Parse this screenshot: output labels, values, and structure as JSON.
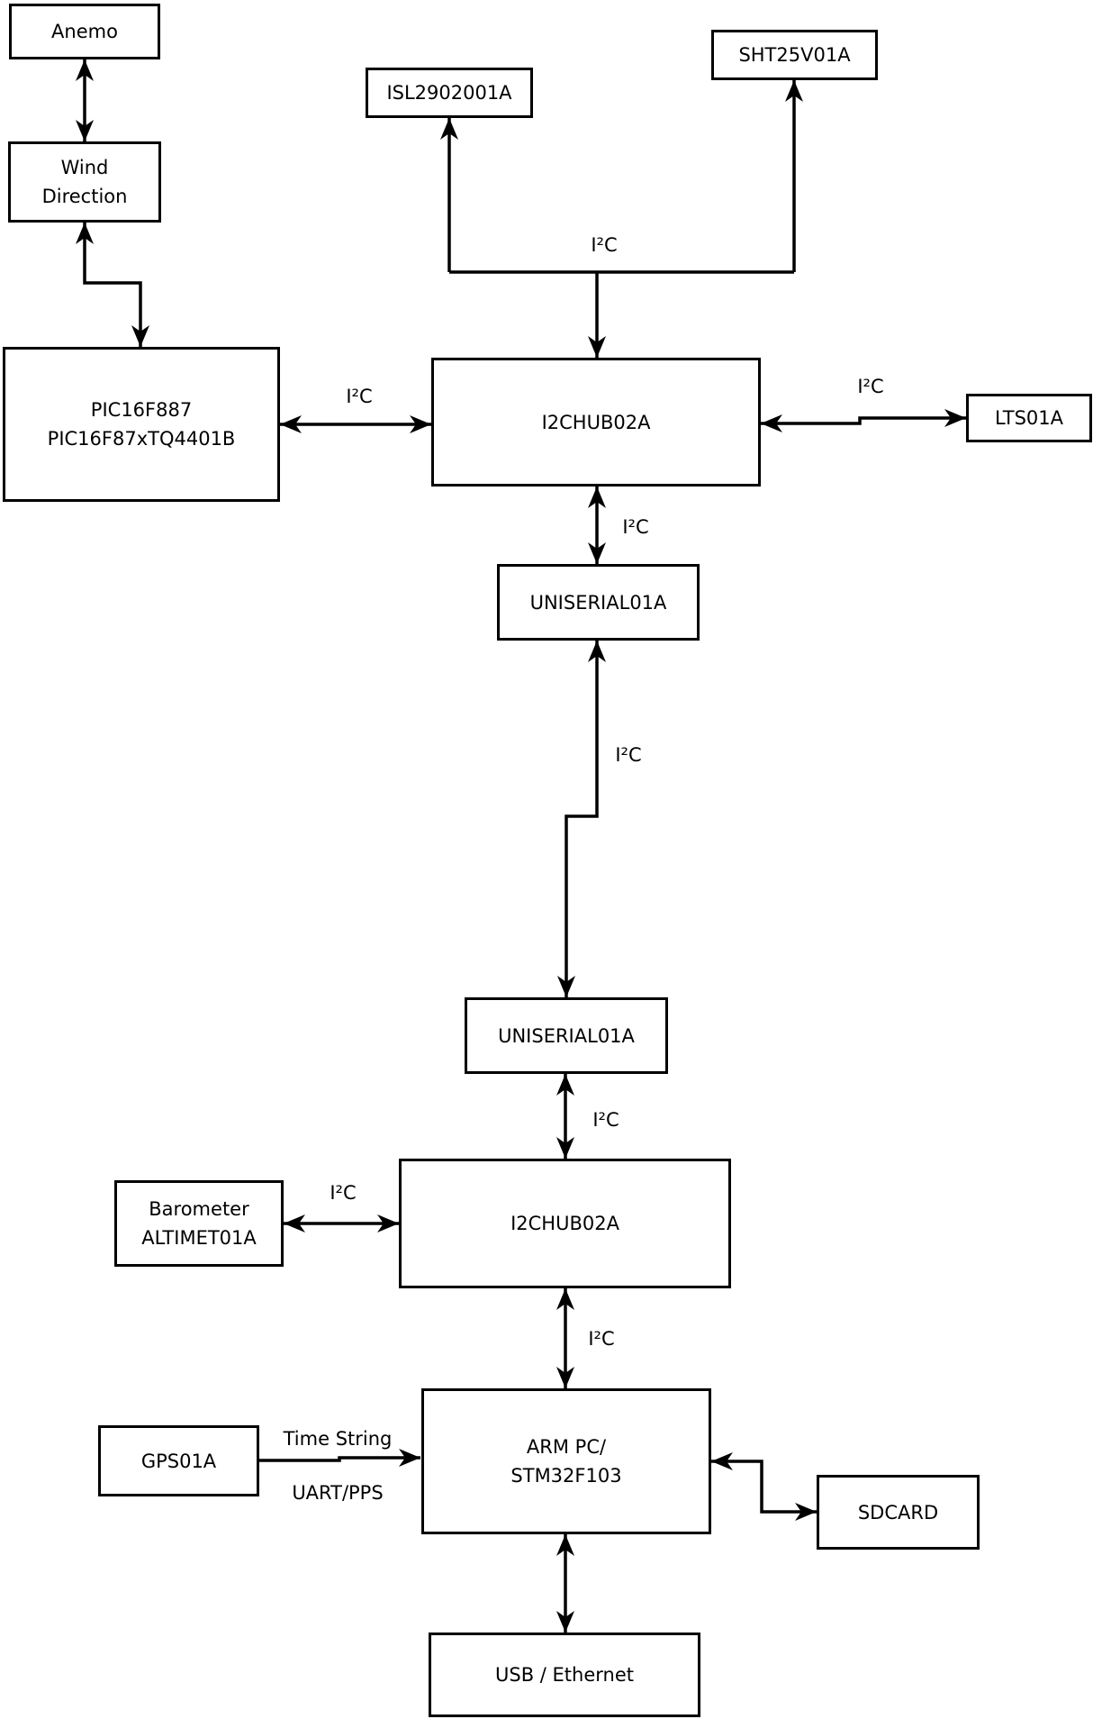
{
  "diagram": {
    "background_color": "#ffffff",
    "line_color": "#000000",
    "text_color": "#000000",
    "nodes": {
      "anemo": {
        "label": "Anemo"
      },
      "wind": {
        "line1": "Wind",
        "line2": "Direction"
      },
      "isl": {
        "label": "ISL2902001A"
      },
      "sht": {
        "label": "SHT25V01A"
      },
      "pic": {
        "line1": "PIC16F887",
        "line2": "PIC16F87xTQ4401B"
      },
      "hub1": {
        "label": "I2CHUB02A"
      },
      "lts": {
        "label": "LTS01A"
      },
      "uni1": {
        "label": "UNISERIAL01A"
      },
      "uni2": {
        "label": "UNISERIAL01A"
      },
      "hub2": {
        "label": "I2CHUB02A"
      },
      "baro": {
        "line1": "Barometer",
        "line2": "ALTIMET01A"
      },
      "gps": {
        "label": "GPS01A"
      },
      "arm": {
        "line1": "ARM PC/",
        "line2": "STM32F103"
      },
      "sdcard": {
        "label": "SDCARD"
      },
      "usb": {
        "label": "USB / Ethernet"
      }
    },
    "edge_labels": {
      "top_bus": "I²C",
      "pic_hub1": "I²C",
      "hub1_lts": "I²C",
      "hub1_uni1": "I²C",
      "uni1_uni2": "I²C",
      "uni2_hub2": "I²C",
      "baro_hub2": "I²C",
      "hub2_arm": "I²C",
      "gps_arm_top": "Time String",
      "gps_arm_bottom": "UART/PPS"
    },
    "edges": [
      {
        "from": "Anemo",
        "to": "Wind Direction",
        "direction": "both",
        "label": ""
      },
      {
        "from": "Wind Direction",
        "to": "PIC16F887 PIC16F87xTQ4401B",
        "direction": "both",
        "label": ""
      },
      {
        "from": "PIC16F887 PIC16F87xTQ4401B",
        "to": "I2CHUB02A",
        "direction": "both",
        "label": "I²C"
      },
      {
        "from": "I2CHUB02A",
        "to": "ISL2902001A",
        "direction": "to",
        "label": "I²C"
      },
      {
        "from": "I2CHUB02A",
        "to": "SHT25V01A",
        "direction": "to",
        "label": "I²C"
      },
      {
        "from": "I2CHUB02A",
        "to": "LTS01A",
        "direction": "both",
        "label": "I²C"
      },
      {
        "from": "I2CHUB02A",
        "to": "UNISERIAL01A",
        "direction": "both",
        "label": "I²C"
      },
      {
        "from": "UNISERIAL01A",
        "to": "UNISERIAL01A",
        "direction": "both",
        "label": "I²C"
      },
      {
        "from": "UNISERIAL01A",
        "to": "I2CHUB02A",
        "direction": "both",
        "label": "I²C"
      },
      {
        "from": "Barometer ALTIMET01A",
        "to": "I2CHUB02A",
        "direction": "both",
        "label": "I²C"
      },
      {
        "from": "I2CHUB02A",
        "to": "ARM PC/STM32F103",
        "direction": "both",
        "label": "I²C"
      },
      {
        "from": "GPS01A",
        "to": "ARM PC/STM32F103",
        "direction": "to",
        "label": "Time String / UART/PPS"
      },
      {
        "from": "ARM PC/STM32F103",
        "to": "SDCARD",
        "direction": "both",
        "label": ""
      },
      {
        "from": "ARM PC/STM32F103",
        "to": "USB / Ethernet",
        "direction": "both",
        "label": ""
      }
    ]
  }
}
